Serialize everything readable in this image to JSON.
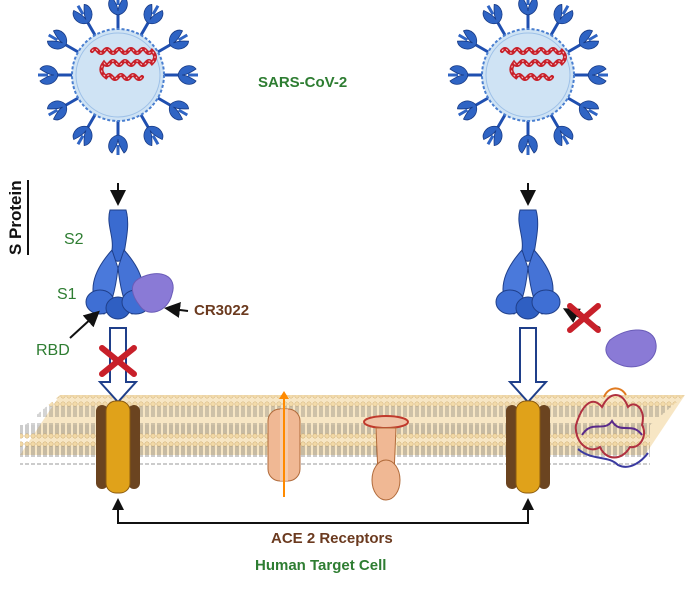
{
  "labels": {
    "virus": "SARS-CoV-2",
    "s_protein": "S Protein",
    "s2": "S2",
    "s1": "S1",
    "rbd": "RBD",
    "antibody": "CR3022",
    "receptors": "ACE 2 Receptors",
    "cell": "Human Target Cell"
  },
  "colors": {
    "label_green": "#2e7d32",
    "label_brown": "#6b3a1f",
    "virus_fill": "#cfe3f4",
    "spike_blue": "#2f64c4",
    "rna_red": "#c8202a",
    "antibody_purple": "#8a7ad6",
    "block_cross": "#c8202a",
    "membrane": "#f3d9a8",
    "receptor_gold": "#e0a21a",
    "receptor_brown": "#6b4420"
  },
  "icons": [
    "virus-icon",
    "spike-protein-icon",
    "antibody-icon",
    "block-cross-icon",
    "ace2-receptor-icon",
    "membrane-protein-icon"
  ]
}
